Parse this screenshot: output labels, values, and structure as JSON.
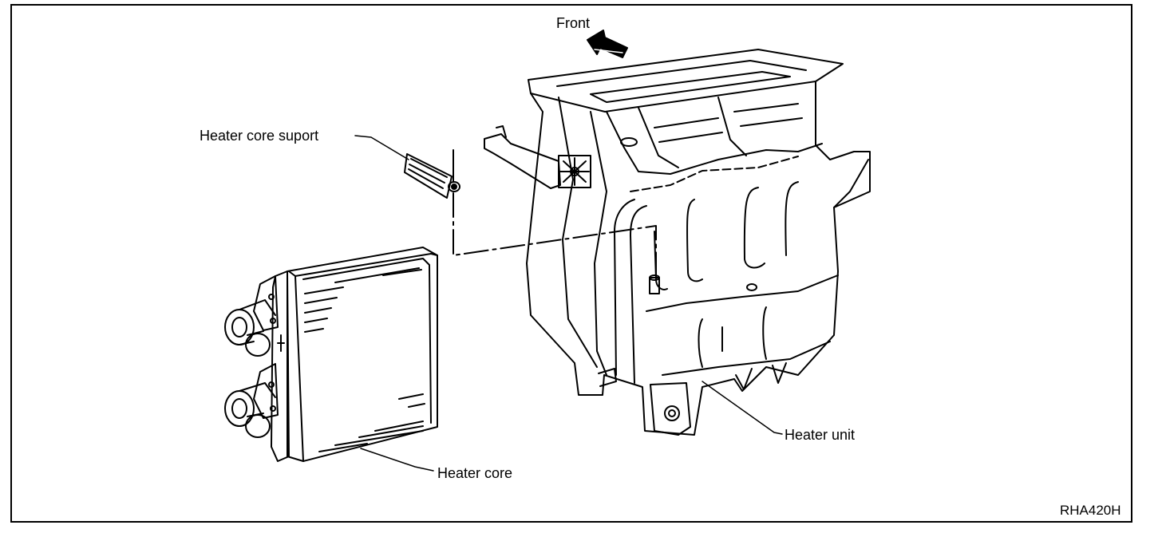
{
  "labels": {
    "front": "Front",
    "heater_core_support": "Heater core suport",
    "heater_core": "Heater core",
    "heater_unit": "Heater unit"
  },
  "figure_code": "RHA420H"
}
